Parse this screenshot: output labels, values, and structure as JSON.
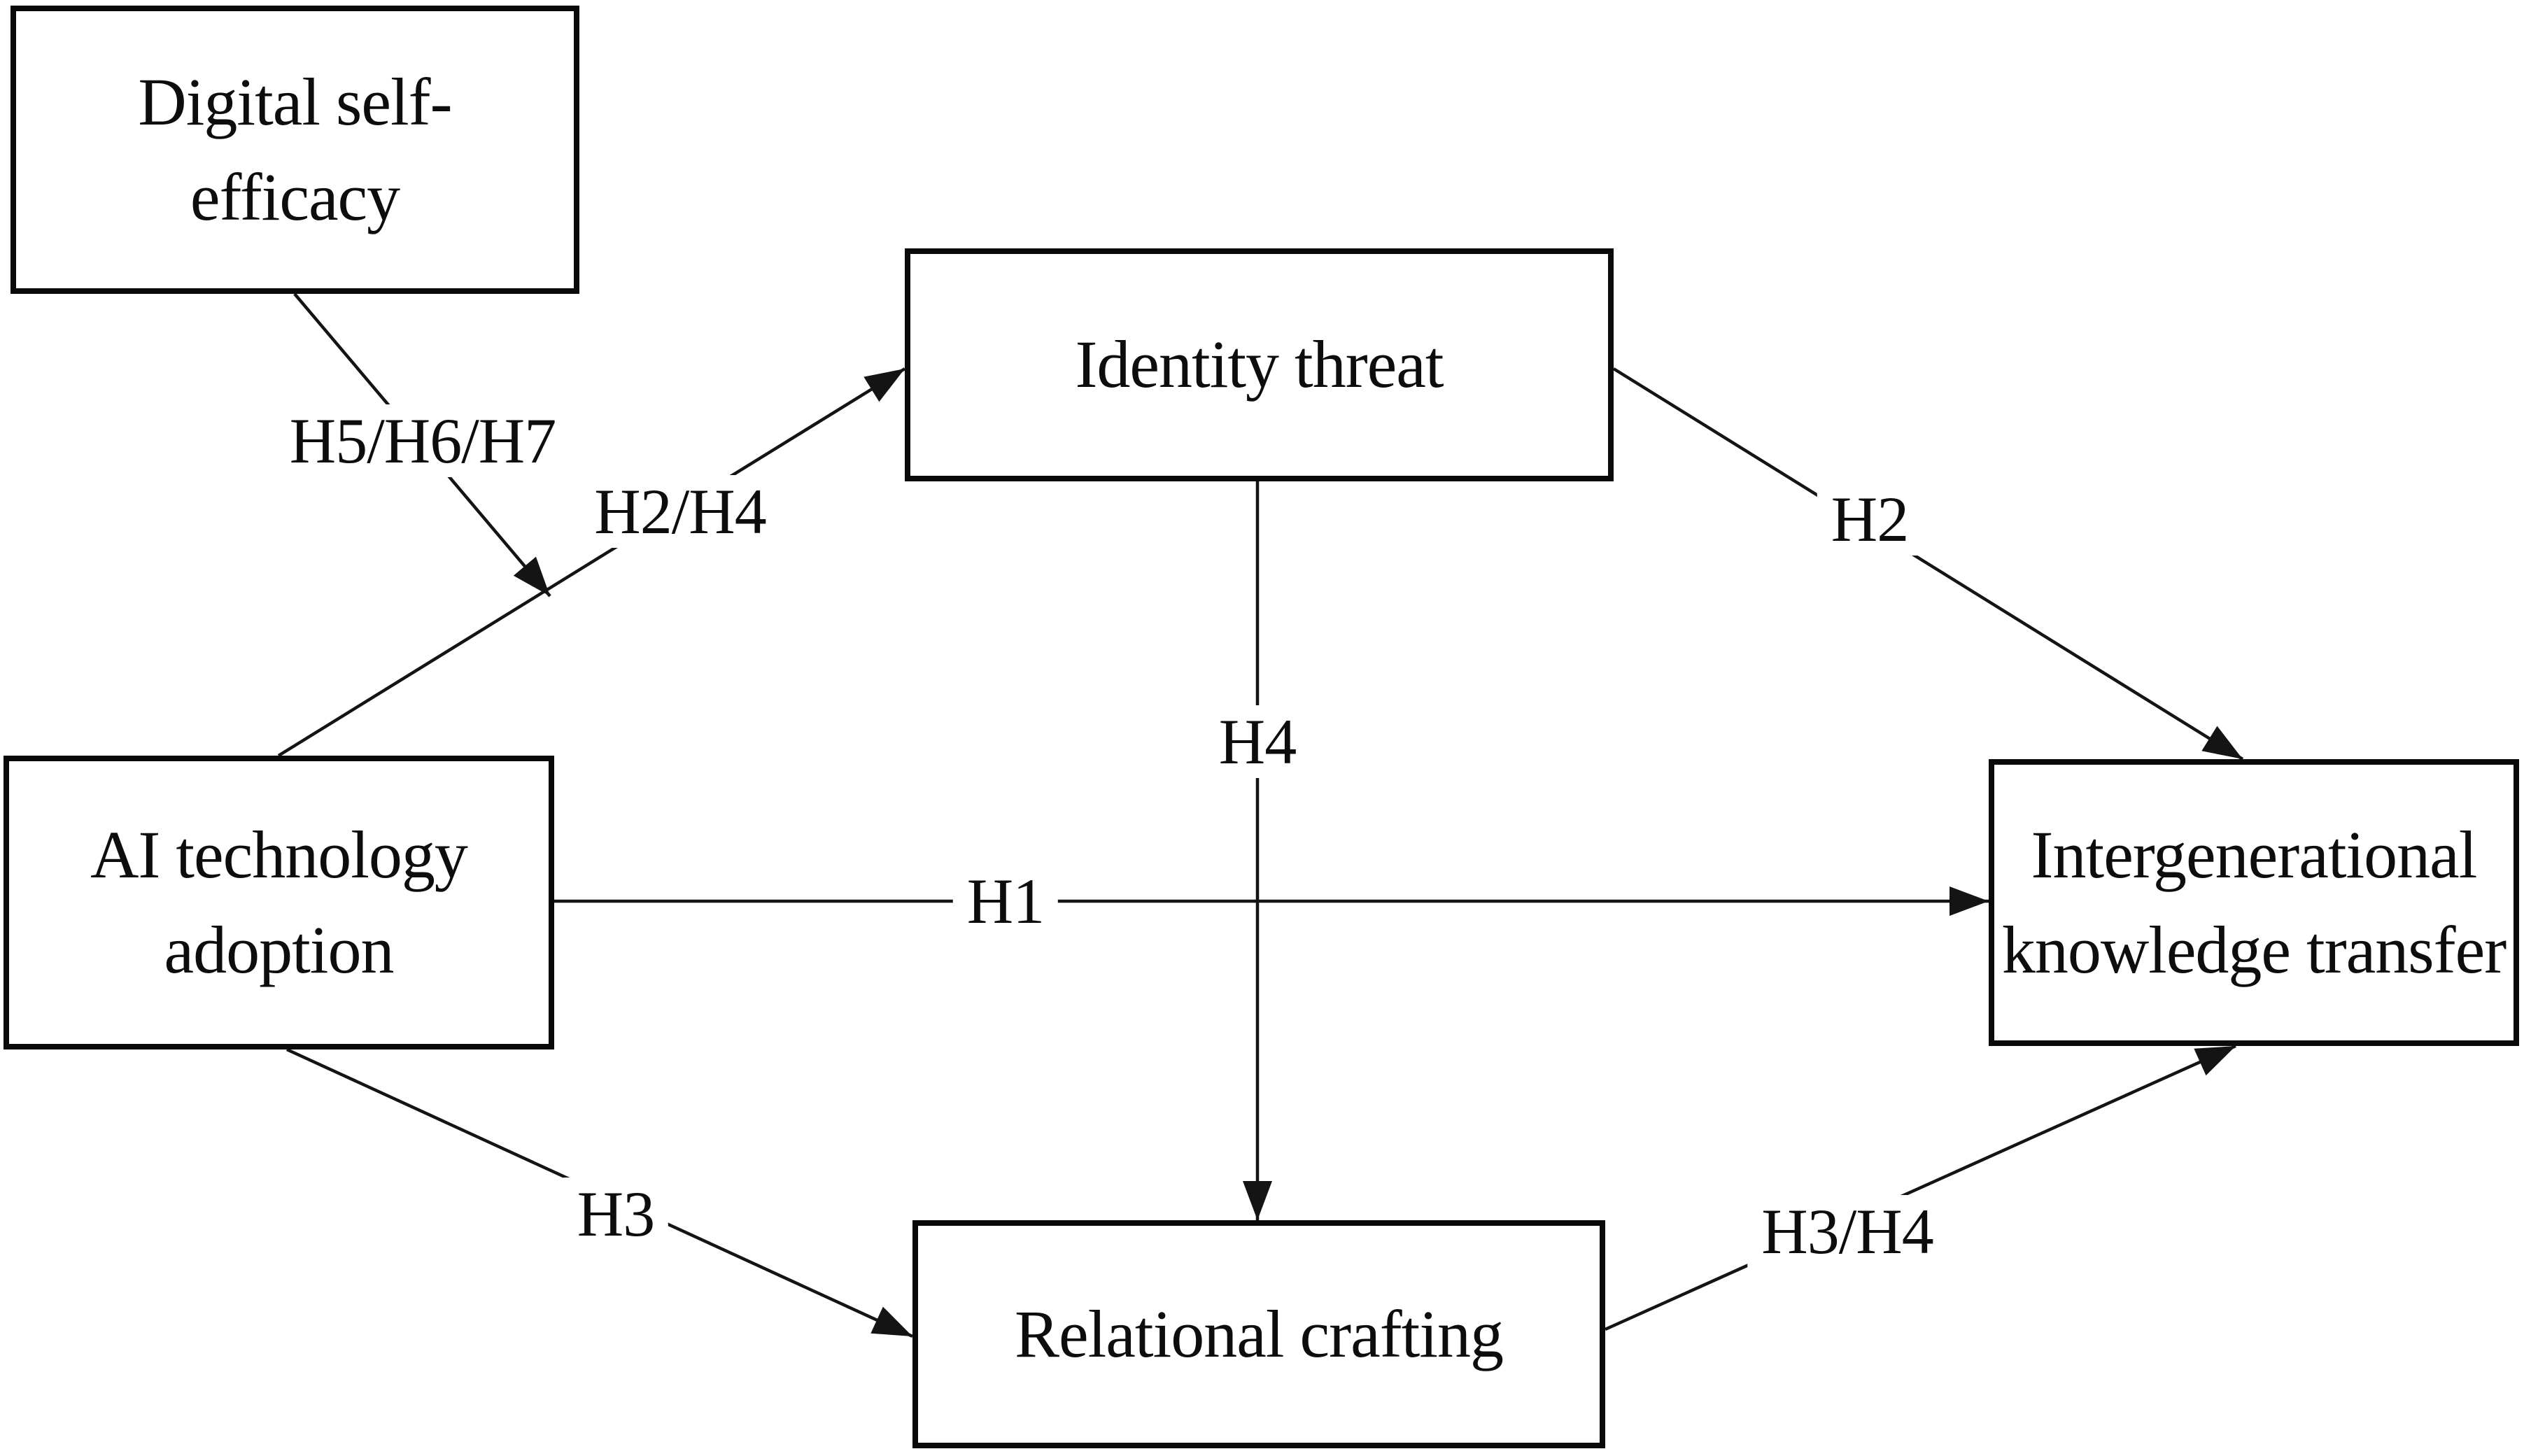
{
  "diagram": {
    "description": "Conceptual research model with hypotheses",
    "background_color": "#ffffff",
    "line_color": "#141414",
    "box_border_color": "#0a0a0a",
    "text_color": "#0d0d0d",
    "nodes": [
      {
        "id": "digital-self-efficacy",
        "label": "Digital self-efficacy",
        "lines": [
          "Digital self-",
          "efficacy"
        ]
      },
      {
        "id": "identity-threat",
        "label": "Identity threat",
        "lines": [
          "Identity threat"
        ]
      },
      {
        "id": "ai-technology-adoption",
        "label": "AI technology adoption",
        "lines": [
          "AI technology",
          "adoption"
        ]
      },
      {
        "id": "relational-crafting",
        "label": "Relational crafting",
        "lines": [
          "Relational crafting"
        ]
      },
      {
        "id": "intergenerational-knowledge-transfer",
        "label": "Intergenerational knowledge transfer",
        "lines": [
          "Intergenerational",
          "knowledge transfer"
        ]
      }
    ],
    "edges": [
      {
        "id": "h1",
        "label": "H1",
        "from": "ai-technology-adoption",
        "to": "intergenerational-knowledge-transfer"
      },
      {
        "id": "h2-h4",
        "label": "H2/H4",
        "from": "ai-technology-adoption",
        "to": "identity-threat"
      },
      {
        "id": "h2",
        "label": "H2",
        "from": "identity-threat",
        "to": "intergenerational-knowledge-transfer"
      },
      {
        "id": "h3",
        "label": "H3",
        "from": "ai-technology-adoption",
        "to": "relational-crafting"
      },
      {
        "id": "h4",
        "label": "H4",
        "from": "identity-threat",
        "to": "relational-crafting"
      },
      {
        "id": "h3-h4",
        "label": "H3/H4",
        "from": "relational-crafting",
        "to": "intergenerational-knowledge-transfer"
      },
      {
        "id": "h5-h6-h7",
        "label": "H5/H6/H7",
        "from": "digital-self-efficacy",
        "to": "edge-h2-h4",
        "type": "moderation"
      }
    ]
  }
}
